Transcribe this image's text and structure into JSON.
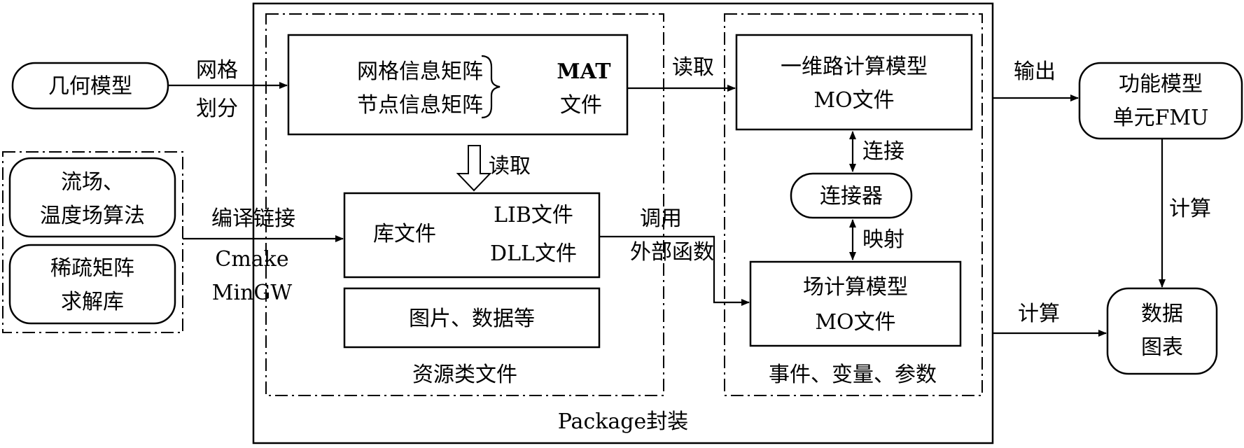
{
  "nodes": {
    "geometry_model": "几何模型",
    "flow_algo_l1": "流场、",
    "flow_algo_l2": "温度场算法",
    "sparse_l1": "稀疏矩阵",
    "sparse_l2": "求解库",
    "mat_row1": "网格信息矩阵",
    "mat_row2": "节点信息矩阵",
    "mat_l1": "MAT",
    "mat_l2": "文件",
    "lib_main": "库文件",
    "lib_file": "LIB文件",
    "dll_file": "DLL文件",
    "images_data": "图片、数据等",
    "resource_files": "资源类文件",
    "one_dim_l1": "一维路计算模型",
    "one_dim_l2": "MO文件",
    "connector": "连接器",
    "field_l1": "场计算模型",
    "field_l2": "MO文件",
    "events_vars": "事件、变量、参数",
    "package": "Package封装",
    "fmu_l1": "功能模型",
    "fmu_l2": "单元FMU",
    "chart_l1": "数据",
    "chart_l2": "图表"
  },
  "edges": {
    "mesh_l1": "网格",
    "mesh_l2": "划分",
    "compile": "编译链接",
    "cmake": "Cmake",
    "mingw": "MinGW",
    "read_down": "读取",
    "read_right": "读取",
    "call_l1": "调用",
    "call_l2": "外部函数",
    "connect": "连接",
    "mapping": "映射",
    "output": "输出",
    "compute_down": "计算",
    "compute_right": "计算"
  }
}
